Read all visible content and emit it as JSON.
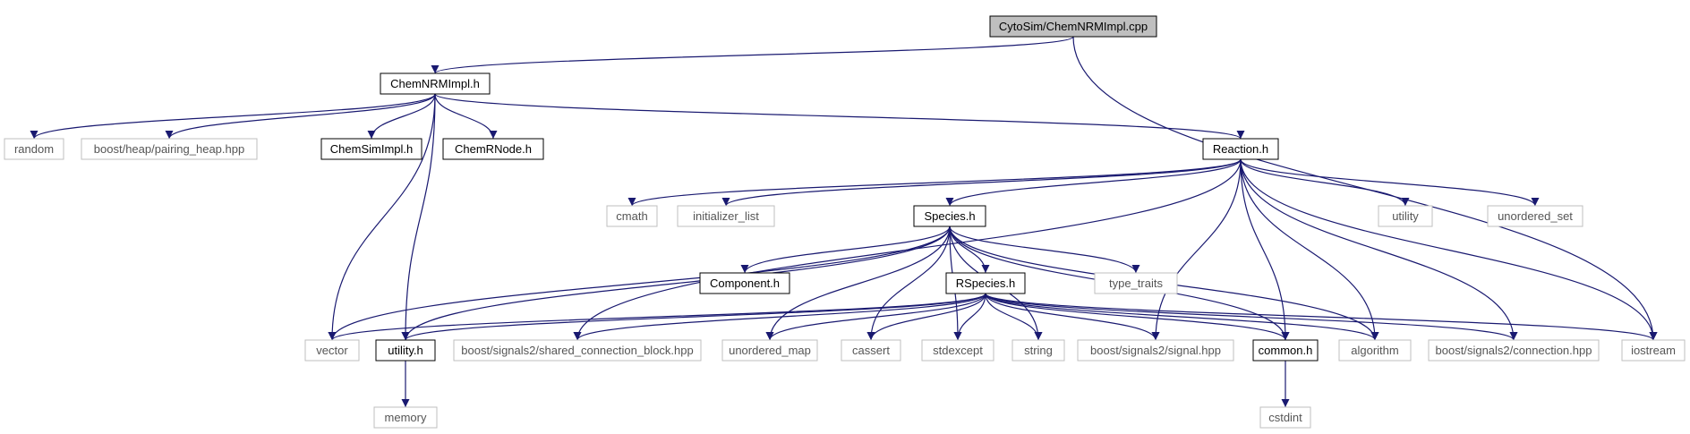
{
  "colors": {
    "edge": "#191970",
    "root_fill": "#bfbfbf",
    "node_border": "#000000",
    "system_border": "#bfbfbf",
    "system_text": "#555555"
  },
  "graph": {
    "nodes": [
      {
        "id": "root",
        "label": "CytoSim/ChemNRMImpl.cpp",
        "kind": "root"
      },
      {
        "id": "chemnrmimpl_h",
        "label": "ChemNRMImpl.h",
        "kind": "header"
      },
      {
        "id": "random",
        "label": "random",
        "kind": "system"
      },
      {
        "id": "pairing_heap",
        "label": "boost/heap/pairing_heap.hpp",
        "kind": "system"
      },
      {
        "id": "chemsimimpl_h",
        "label": "ChemSimImpl.h",
        "kind": "header"
      },
      {
        "id": "chemrnode_h",
        "label": "ChemRNode.h",
        "kind": "header"
      },
      {
        "id": "reaction_h",
        "label": "Reaction.h",
        "kind": "header"
      },
      {
        "id": "cmath",
        "label": "cmath",
        "kind": "system"
      },
      {
        "id": "initializer_list",
        "label": "initializer_list",
        "kind": "system"
      },
      {
        "id": "species_h",
        "label": "Species.h",
        "kind": "header"
      },
      {
        "id": "utility",
        "label": "utility",
        "kind": "system"
      },
      {
        "id": "unordered_set",
        "label": "unordered_set",
        "kind": "system"
      },
      {
        "id": "component_h",
        "label": "Component.h",
        "kind": "header"
      },
      {
        "id": "rspecies_h",
        "label": "RSpecies.h",
        "kind": "header"
      },
      {
        "id": "type_traits",
        "label": "type_traits",
        "kind": "system"
      },
      {
        "id": "vector",
        "label": "vector",
        "kind": "system"
      },
      {
        "id": "utility_h",
        "label": "utility.h",
        "kind": "header"
      },
      {
        "id": "shared_conn_block",
        "label": "boost/signals2/shared_connection_block.hpp",
        "kind": "system"
      },
      {
        "id": "unordered_map",
        "label": "unordered_map",
        "kind": "system"
      },
      {
        "id": "cassert",
        "label": "cassert",
        "kind": "system"
      },
      {
        "id": "stdexcept",
        "label": "stdexcept",
        "kind": "system"
      },
      {
        "id": "string",
        "label": "string",
        "kind": "system"
      },
      {
        "id": "signal_hpp",
        "label": "boost/signals2/signal.hpp",
        "kind": "system"
      },
      {
        "id": "common_h",
        "label": "common.h",
        "kind": "header"
      },
      {
        "id": "algorithm",
        "label": "algorithm",
        "kind": "system"
      },
      {
        "id": "connection_hpp",
        "label": "boost/signals2/connection.hpp",
        "kind": "system"
      },
      {
        "id": "iostream",
        "label": "iostream",
        "kind": "system"
      },
      {
        "id": "memory",
        "label": "memory",
        "kind": "system"
      },
      {
        "id": "cstdint",
        "label": "cstdint",
        "kind": "system"
      }
    ],
    "edges": [
      [
        "root",
        "chemnrmimpl_h"
      ],
      [
        "root",
        "iostream"
      ],
      [
        "chemnrmimpl_h",
        "random"
      ],
      [
        "chemnrmimpl_h",
        "pairing_heap"
      ],
      [
        "chemnrmimpl_h",
        "chemsimimpl_h"
      ],
      [
        "chemnrmimpl_h",
        "chemrnode_h"
      ],
      [
        "chemnrmimpl_h",
        "reaction_h"
      ],
      [
        "chemnrmimpl_h",
        "vector"
      ],
      [
        "chemnrmimpl_h",
        "utility_h"
      ],
      [
        "reaction_h",
        "cmath"
      ],
      [
        "reaction_h",
        "initializer_list"
      ],
      [
        "reaction_h",
        "species_h"
      ],
      [
        "reaction_h",
        "utility"
      ],
      [
        "reaction_h",
        "unordered_set"
      ],
      [
        "reaction_h",
        "shared_conn_block"
      ],
      [
        "reaction_h",
        "signal_hpp"
      ],
      [
        "reaction_h",
        "common_h"
      ],
      [
        "reaction_h",
        "algorithm"
      ],
      [
        "reaction_h",
        "connection_hpp"
      ],
      [
        "reaction_h",
        "iostream"
      ],
      [
        "species_h",
        "component_h"
      ],
      [
        "species_h",
        "rspecies_h"
      ],
      [
        "species_h",
        "type_traits"
      ],
      [
        "species_h",
        "vector"
      ],
      [
        "species_h",
        "utility_h"
      ],
      [
        "species_h",
        "unordered_map"
      ],
      [
        "species_h",
        "cassert"
      ],
      [
        "species_h",
        "stdexcept"
      ],
      [
        "species_h",
        "string"
      ],
      [
        "species_h",
        "common_h"
      ],
      [
        "species_h",
        "algorithm"
      ],
      [
        "rspecies_h",
        "vector"
      ],
      [
        "rspecies_h",
        "utility_h"
      ],
      [
        "rspecies_h",
        "shared_conn_block"
      ],
      [
        "rspecies_h",
        "unordered_map"
      ],
      [
        "rspecies_h",
        "cassert"
      ],
      [
        "rspecies_h",
        "stdexcept"
      ],
      [
        "rspecies_h",
        "string"
      ],
      [
        "rspecies_h",
        "signal_hpp"
      ],
      [
        "rspecies_h",
        "common_h"
      ],
      [
        "rspecies_h",
        "algorithm"
      ],
      [
        "rspecies_h",
        "connection_hpp"
      ],
      [
        "rspecies_h",
        "iostream"
      ],
      [
        "utility_h",
        "memory"
      ],
      [
        "common_h",
        "cstdint"
      ]
    ]
  }
}
